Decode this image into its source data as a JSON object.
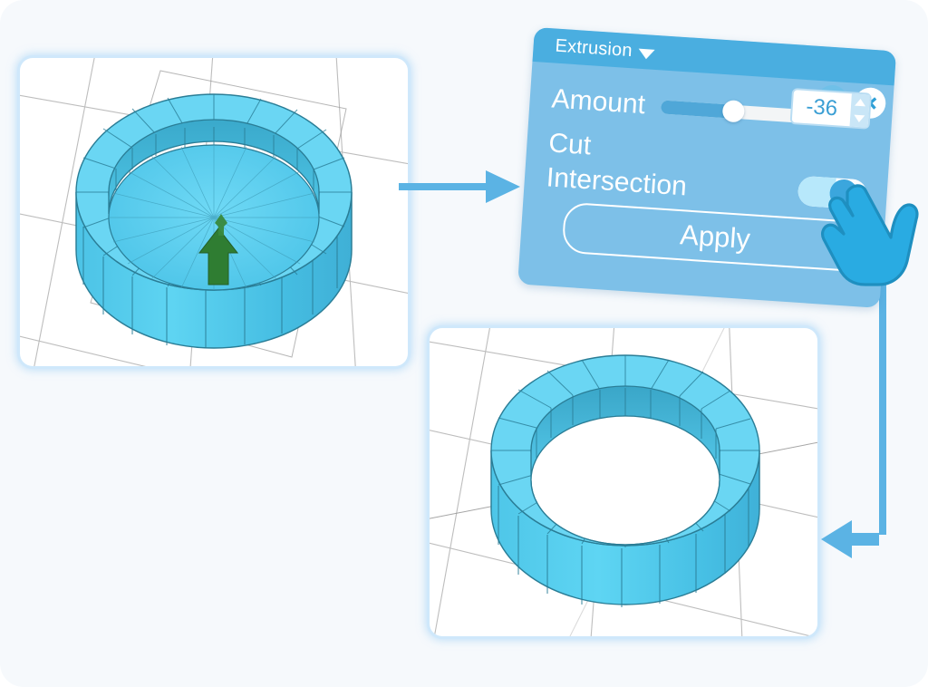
{
  "panel": {
    "title": "Extrusion",
    "title_caret_icon": "chevron-down-icon",
    "confirm_icon": "check-icon",
    "close_icon": "close-x-icon",
    "amount": {
      "label": "Amount",
      "value": "-36",
      "slider_percent": 45,
      "spin_up_icon": "triangle-up-icon",
      "spin_down_icon": "triangle-down-icon"
    },
    "cut_intersection": {
      "label": "Cut\nIntersection",
      "label_line1": "Cut",
      "label_line2": "Intersection",
      "toggle_state": "on"
    },
    "apply_label": "Apply"
  },
  "cursor": {
    "icon": "pointing-hand-cursor",
    "color": "#29ABE2"
  },
  "connectors": {
    "right_arrow_icon": "arrow-right-icon",
    "down_left_arrow_icon": "arrow-down-then-left-icon",
    "color": "#5bb3e4"
  },
  "viewports": {
    "before": {
      "name": "3d-viewport-before",
      "model": "cylinder-with-recessed-top",
      "gizmo": "green-up-arrow-gizmo",
      "gizmo_color": "#2f7d32"
    },
    "after": {
      "name": "3d-viewport-after",
      "model": "hollow-ring-tube",
      "gizmo": "none"
    }
  },
  "colors": {
    "page_background": "#f6f9fc",
    "panel_body": "#7dc0e8",
    "panel_titlebar": "#4aaee0",
    "accent": "#4fa7d8",
    "mesh_light": "#5fd0ef",
    "mesh_mid": "#49c0e4",
    "mesh_dark": "#3fafcf",
    "mesh_edge": "#2a7d96",
    "card_glow": "#cfe8fb",
    "grid_line": "#b9b9b9"
  }
}
